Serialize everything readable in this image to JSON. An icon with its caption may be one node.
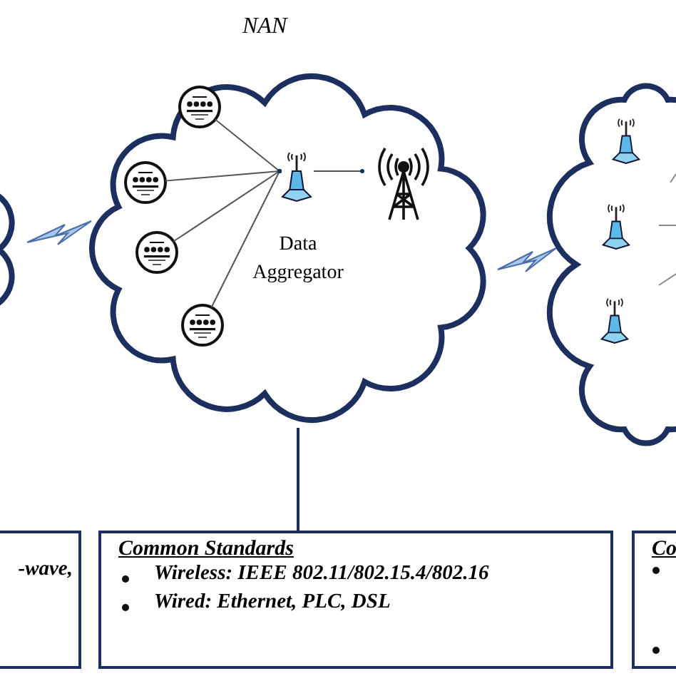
{
  "diagram": {
    "nodes": [
      {
        "text": [],
        "shape": "cloud"
      },
      {
        "text": [
          "NAN"
        ]
      },
      {
        "text": [],
        "shape": "cloud"
      },
      {
        "text": [],
        "shape": "picture",
        "in": 1
      },
      {
        "text": [],
        "shape": "picture",
        "in": 1
      },
      {
        "text": [],
        "shape": "picture",
        "in": 1
      },
      {
        "text": [],
        "shape": "picture",
        "in": 1
      },
      {
        "text": [],
        "shape": "picture",
        "in": 1,
        "beside": [
          "Data Aggregator"
        ]
      },
      {
        "text": [],
        "shape": "picture",
        "in": 1
      },
      {
        "text": [],
        "shape": "picture",
        "in": 2
      },
      {
        "text": [],
        "shape": "picture",
        "in": 2
      },
      {
        "text": [],
        "shape": "picture",
        "in": 2
      },
      {
        "text": [
          "-wave,"
        ]
      },
      {
        "text": [
          "Common Standards",
          "Wireless: IEEE 802.11/802.15.4/802.16",
          "Wired: Ethernet, PLC, DSL"
        ]
      },
      {
        "text": [
          "Co"
        ]
      }
    ],
    "edges": [
      {
        "from": 3,
        "to": 7,
        "arrow": "other"
      },
      {
        "from": 4,
        "to": 7,
        "arrow": "other"
      },
      {
        "from": 5,
        "to": 7,
        "arrow": "other"
      },
      {
        "from": 6,
        "to": 7,
        "arrow": "other"
      },
      {
        "from": 7,
        "to": 8,
        "arrow": "other"
      },
      {
        "from": 0,
        "to": 1,
        "arrow": "none",
        "style": "thick",
        "color": "#a9c8ec"
      },
      {
        "from": 1,
        "to": 2,
        "arrow": "none",
        "style": "thick",
        "color": "#a9c8ec"
      },
      {
        "from": 1,
        "to": 13,
        "arrow": "none"
      }
    ]
  }
}
